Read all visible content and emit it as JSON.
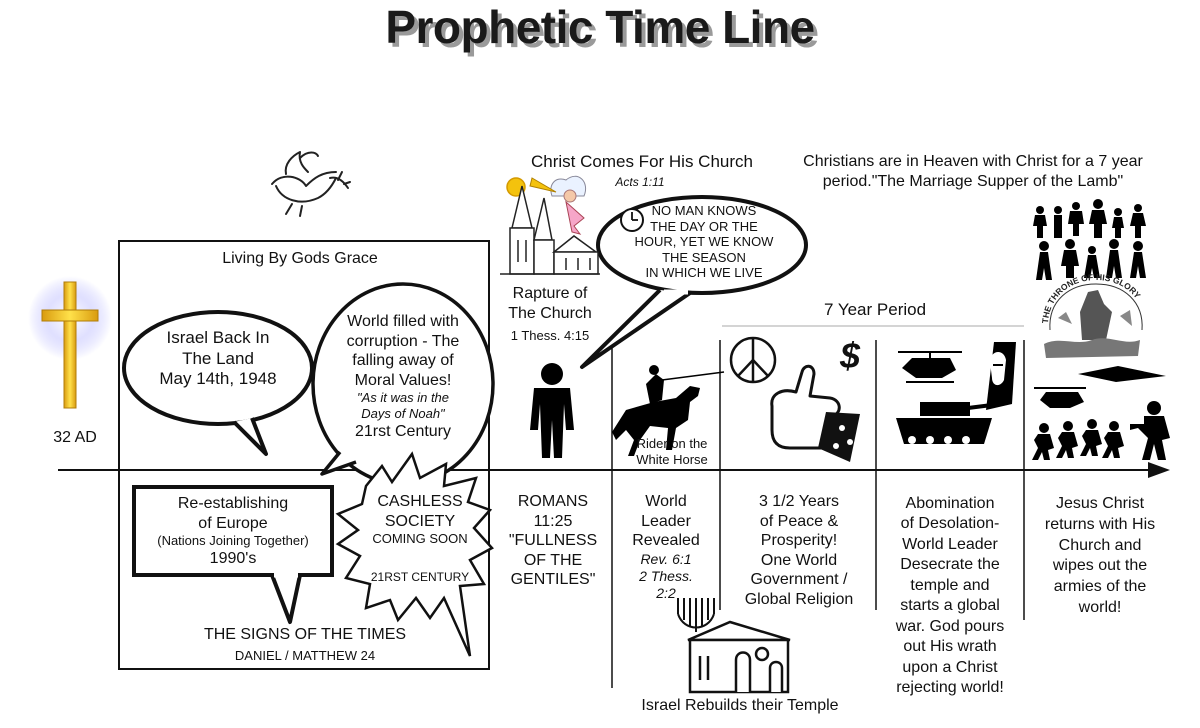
{
  "title": "Prophetic Time Line",
  "left": {
    "date_label": "32 AD",
    "grace_label": "Living By Gods Grace",
    "israel_bubble": [
      "Israel Back In",
      "The Land",
      "May 14th, 1948"
    ],
    "corruption_bubble": [
      "World filled with",
      "corruption - The",
      "falling away of",
      "Moral Values!"
    ],
    "corruption_quote": [
      "\"As it was in the",
      "Days of Noah\""
    ],
    "corruption_century": "21rst Century",
    "europe_box": [
      "Re-establishing",
      "of Europe"
    ],
    "europe_sub": "(Nations Joining Together)",
    "europe_year": "1990's",
    "cashless": [
      "CASHLESS",
      "SOCIETY"
    ],
    "coming_soon": "COMING SOON",
    "cashless_century": "21RST CENTURY",
    "signs": "THE SIGNS OF THE TIMES",
    "daniel": "DANIEL / MATTHEW 24"
  },
  "rapture": {
    "comes_title": "Christ Comes For His Church",
    "acts": "Acts 1:11",
    "label": [
      "Rapture of",
      "The Church"
    ],
    "ref": "1 Thess. 4:15",
    "no_man": [
      "NO MAN KNOWS",
      "THE DAY OR THE",
      "HOUR, YET WE KNOW",
      "THE SEASON",
      "IN WHICH WE LIVE"
    ]
  },
  "heaven": [
    "Christians are in Heaven with Christ for a 7 year",
    "period.\"The Marriage Supper of the Lamb\""
  ],
  "seven_year": "7 Year Period",
  "rider": [
    "Rider  on the",
    "White Horse"
  ],
  "dollar": "$",
  "throne": "THE THRONE OF HIS GLORY",
  "columns": {
    "romans": [
      "ROMANS",
      "11:25",
      "\"FULLNESS",
      "OF THE",
      "GENTILES\""
    ],
    "world_leader": [
      "World",
      "Leader",
      "Revealed"
    ],
    "world_leader_ref": [
      "Rev. 6:1",
      "2 Thess.",
      "2:2"
    ],
    "peace": [
      "3 1/2 Years",
      "of Peace &",
      "Prosperity!",
      "One World",
      "Government /",
      "Global Religion"
    ],
    "abomination": [
      "Abomination",
      "of Desolation-",
      "World Leader",
      "Desecrate the",
      "temple and",
      "starts a global",
      "war. God pours",
      "out His wrath",
      "upon a Christ",
      "rejecting world!"
    ],
    "jesus": [
      "Jesus Christ",
      "returns with His",
      "Church and",
      "wipes out the",
      "armies of the",
      "world!"
    ]
  },
  "temple": "Israel Rebuilds their Temple",
  "colors": {
    "cross": "#f2c31a",
    "halo": "#c8c8ff",
    "ink": "#111111",
    "shadow": "#9a9a9a"
  }
}
